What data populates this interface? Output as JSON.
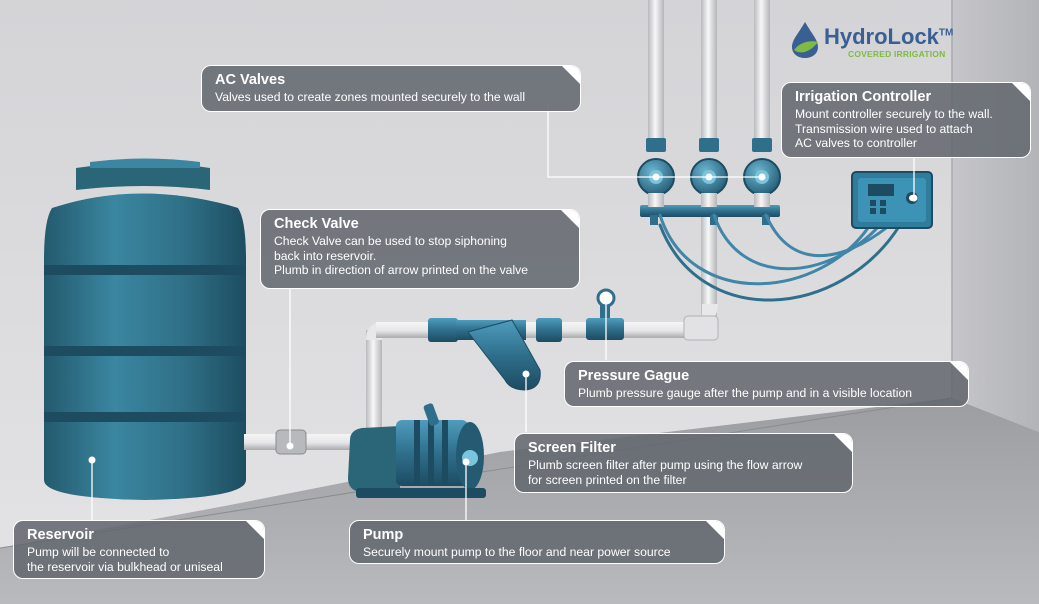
{
  "logo": {
    "name": "HydroLock",
    "tm": "TM",
    "tagline": "COVERED IRRIGATION"
  },
  "callouts": {
    "ac_valves": {
      "title": "AC Valves",
      "text": "Valves used to create zones mounted securely to the wall"
    },
    "irrigation_controller": {
      "title": "Irrigation Controller",
      "text": "Mount controller securely to the wall.\nTransmission wire used to attach\nAC valves to controller"
    },
    "check_valve": {
      "title": "Check Valve",
      "text": "Check Valve can be used to stop siphoning\nback into reservoir.\nPlumb in direction of arrow printed on the valve"
    },
    "pressure_gauge": {
      "title": "Pressure Gague",
      "text": "Plumb pressure gauge after the pump and in a visible location"
    },
    "screen_filter": {
      "title": "Screen Filter",
      "text": "Plumb screen filter after pump using the flow arrow\nfor screen printed on the filter"
    },
    "pump": {
      "title": "Pump",
      "text": "Securely mount pump to the floor and near power source"
    },
    "reservoir": {
      "title": "Reservoir",
      "text": "Pump will be connected to\nthe reservoir via bulkhead or uniseal"
    }
  },
  "colors": {
    "wall": "#d9d9dc",
    "floor": "#a6a7ab",
    "tank": "#2f6f86",
    "pipe": "#e8e8ea",
    "fitting": "#3a7d9c",
    "callout_bg": "#62666e",
    "logo_blue": "#3a5f93",
    "logo_green": "#7fbb43"
  }
}
